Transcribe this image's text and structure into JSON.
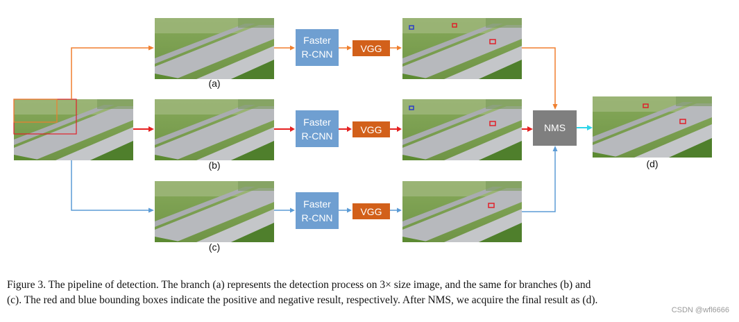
{
  "labels": {
    "a": "(a)",
    "b": "(b)",
    "c": "(c)",
    "d": "(d)"
  },
  "boxes": {
    "faster_line1": "Faster",
    "faster_line2": "R-CNN",
    "vgg": "VGG",
    "nms": "NMS"
  },
  "colors": {
    "orange_arrow": "#f07f2e",
    "red_arrow": "#e52020",
    "blue_arrow": "#5b9bd5",
    "cyan_arrow": "#2fd4e8",
    "faster_box": "#6f9fd1",
    "vgg_box": "#d2601a",
    "nms_box": "#7f7f7f",
    "positive_box": "#e0202a",
    "negative_box": "#2a3cc8"
  },
  "caption": {
    "line1": "Figure 3. The pipeline of detection. The branch (a) represents the detection process on 3× size image, and the same for branches (b) and",
    "line2": "(c). The red and blue bounding boxes indicate the positive and negative result, respectively. After NMS, we acquire the final result as (d)."
  },
  "watermark": "CSDN @wfl6666"
}
